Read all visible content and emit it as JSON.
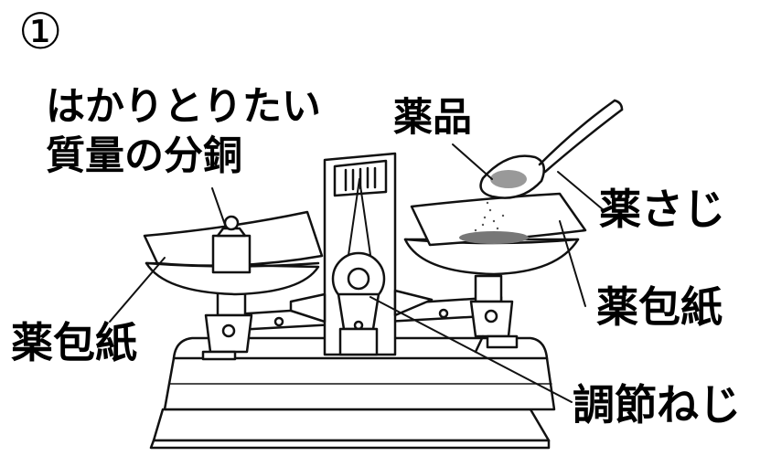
{
  "step_number": "①",
  "labels": {
    "weight_line1": "はかりとりたい",
    "weight_line2": "質量の分銅",
    "chemical": "薬品",
    "spoon": "薬さじ",
    "paper_right": "薬包紙",
    "paper_left": "薬包紙",
    "adjust_screw": "調節ねじ"
  }
}
